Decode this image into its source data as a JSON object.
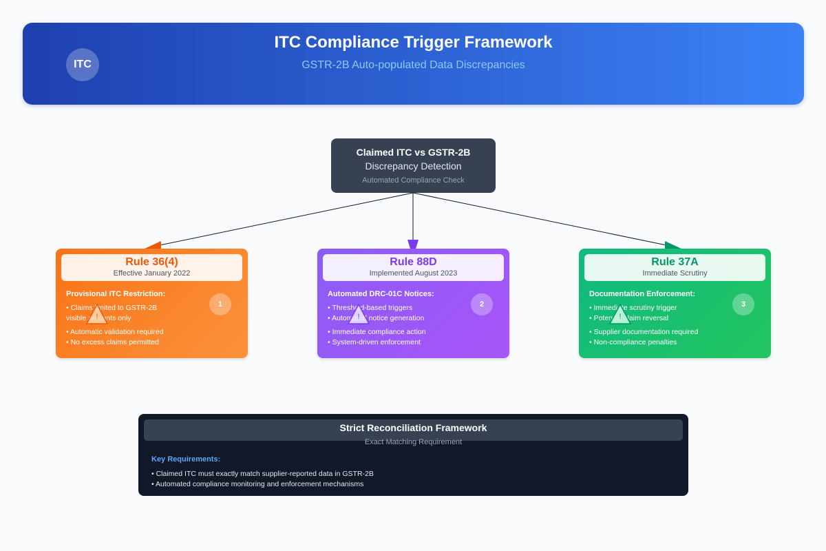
{
  "header": {
    "badge": "ITC",
    "title": "ITC Compliance Trigger Framework",
    "subtitle": "GSTR-2B Auto-populated Data Discrepancies"
  },
  "center": {
    "title": "Claimed ITC vs GSTR-2B",
    "subtitle": "Discrepancy Detection",
    "caption": "Automated Compliance Check"
  },
  "rules": [
    {
      "title": "Rule 36(4)",
      "date": "Effective January 2022",
      "section": "Provisional ITC Restriction:",
      "bullets": [
        "• Claims limited to GSTR-2B",
        "visible amounts only",
        "• Automatic validation required",
        "• No excess claims permitted"
      ],
      "number": "1",
      "color": "#ea580c"
    },
    {
      "title": "Rule 88D",
      "date": "Implemented August 2023",
      "section": "Automated DRC-01C Notices:",
      "bullets": [
        "• Threshold-based triggers",
        "• Automated notice generation",
        "• Immediate compliance action",
        "• System-driven enforcement"
      ],
      "number": "2",
      "color": "#7c3aed"
    },
    {
      "title": "Rule 37A",
      "date": "Immediate Scrutiny",
      "section": "Documentation Enforcement:",
      "bullets": [
        "• Immediate scrutiny trigger",
        "• Potential claim reversal",
        "• Supplier documentation required",
        "• Non-compliance penalties"
      ],
      "number": "3",
      "color": "#059669"
    }
  ],
  "reconciliation": {
    "title": "Strict Reconciliation Framework",
    "subtitle": "Exact Matching Requirement",
    "key_label": "Key Requirements:",
    "bullets": [
      "• Claimed ITC must exactly match supplier-reported data in GSTR-2B",
      "• Automated compliance monitoring and enforcement mechanisms"
    ]
  },
  "icons": {
    "warning": "warning-triangle-icon",
    "warning_glyph": "!"
  }
}
